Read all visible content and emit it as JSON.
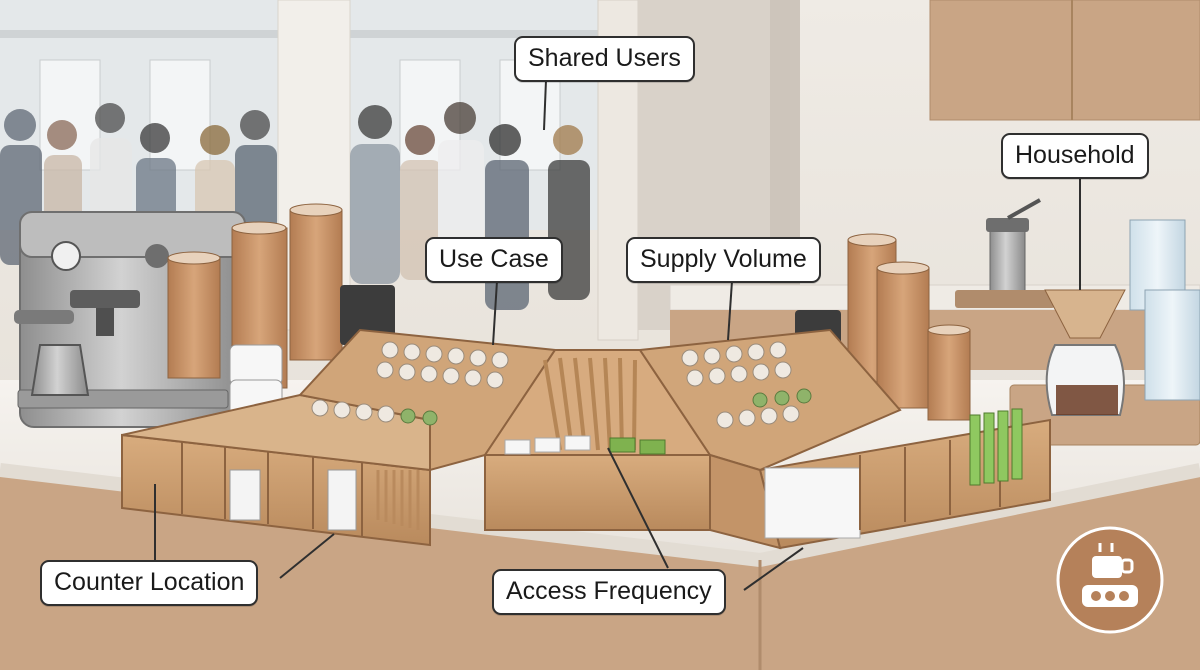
{
  "labels": {
    "shared_users": "Shared Users",
    "household": "Household",
    "use_case": "Use Case",
    "supply_volume": "Supply Volume",
    "counter_location": "Counter Location",
    "access_frequency": "Access Frequency"
  },
  "colors": {
    "wall": "#ece7e0",
    "counter": "#f3f0eb",
    "wood": "#c99a6c",
    "wood_dark": "#a87a50",
    "cup": "#c8936a",
    "steel": "#a9a9a9",
    "lid": "#3c3c3c",
    "label_border": "#2f2f2f",
    "label_bg": "#ffffff",
    "logo_bg": "#b5815a"
  },
  "icons": {
    "logo": "robot-coffee-icon"
  }
}
